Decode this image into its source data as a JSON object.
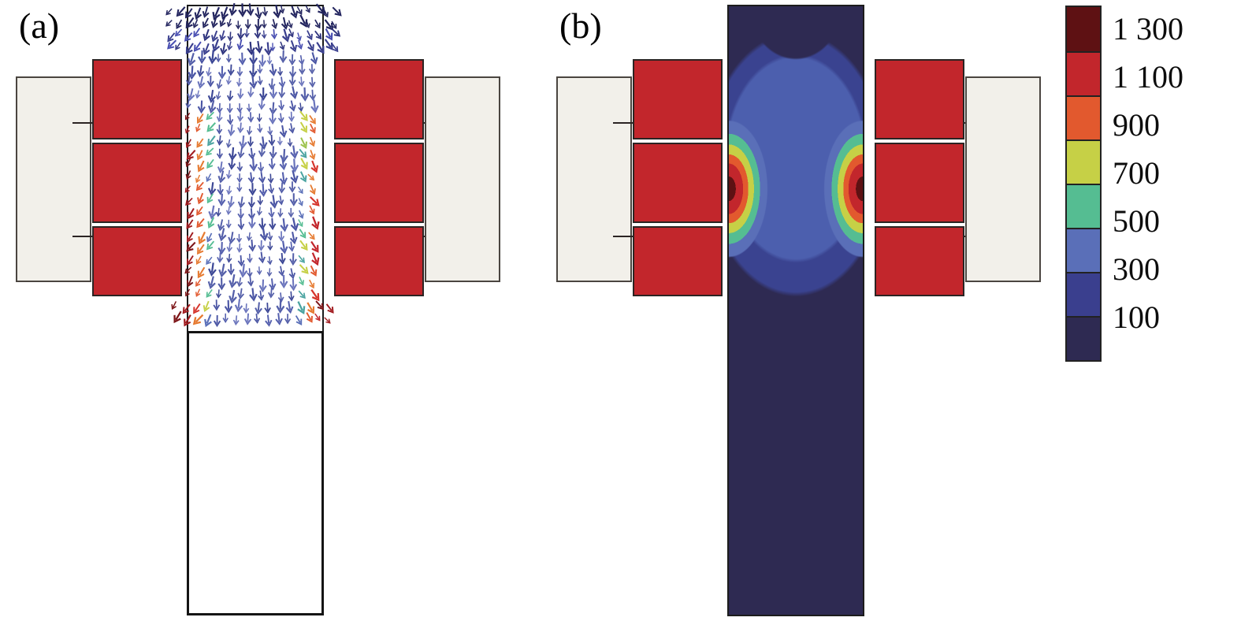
{
  "figure": {
    "background": "#ffffff",
    "colors": {
      "coil_fill": "#c2262c",
      "yoke_fill": "#f2f0ea",
      "outline": "#1c1c1c"
    }
  },
  "chart_data": {
    "type": "heatmap",
    "title": "",
    "panels": [
      {
        "label": "(a)",
        "plot_type": "vector-field",
        "description": "Arrow plot inside the workpiece between two induction coil stacks: vectors point downward and fan outward from the top; high-magnitude arrows colored red/orange/yellow-green/teal concentrate in thin plumes along the left and right workpiece surfaces facing the coils, spilling slightly outward near the lower coil edge."
      },
      {
        "label": "(b)",
        "plot_type": "filled-contour",
        "description": "Filled temperature contour of the same workpiece: hottest bands (~1300) in thin layers on the left and right surfaces beside the coils, cooling inward through 1100, 900, 700, 500 and 300 bands; the core column and lower shaft sit in the lowest band (~100)."
      }
    ],
    "colorbar": {
      "orientation": "vertical",
      "position": "right",
      "tick_labels": [
        "1 300",
        "1 100",
        "900",
        "700",
        "500",
        "300",
        "100"
      ],
      "tick_values": [
        1300,
        1100,
        900,
        700,
        500,
        300,
        100
      ],
      "band_colors_top_to_bottom": [
        "#5e1113",
        "#c2262c",
        "#e2592e",
        "#c6d046",
        "#55bd92",
        "#5a6fb8",
        "#3a3f8e",
        "#2e2a52"
      ]
    }
  }
}
